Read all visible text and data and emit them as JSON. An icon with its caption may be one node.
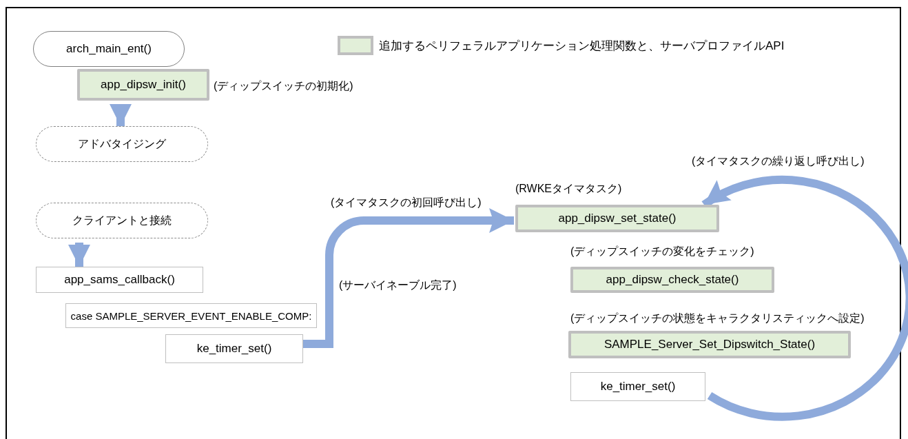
{
  "diagram": {
    "nodes": [
      {
        "text": [
          "arch_main_ent()"
        ]
      },
      {
        "text": [
          "app_dipsw_init()"
        ],
        "beside": [
          "(ディップスイッチの初期化)"
        ]
      },
      {
        "text": [
          "アドバタイジング"
        ]
      },
      {
        "text": [
          "クライアントと接続"
        ]
      },
      {
        "text": [
          "app_sams_callback()"
        ]
      },
      {
        "text": [
          "case SAMPLE_SERVER_EVENT_ENABLE_COMP:"
        ],
        "beside": [
          "(サーバイネーブル完了)"
        ]
      },
      {
        "text": [
          "ke_timer_set()"
        ]
      },
      {
        "text": [
          "app_dipsw_set_state()"
        ],
        "beside": [
          "(RWKEタイマタスク)"
        ]
      },
      {
        "text": [
          "app_dipsw_check_state()"
        ],
        "beside": [
          "(ディップスイッチの変化をチェック)"
        ]
      },
      {
        "text": [
          "SAMPLE_Server_Set_Dipswitch_State()"
        ],
        "beside": [
          "(ディップスイッチの状態をキャラクタリスティックへ設定)"
        ]
      },
      {
        "text": [
          "ke_timer_set()"
        ]
      }
    ],
    "edges": [
      {
        "from": 1,
        "to": 2,
        "arrow": "to"
      },
      {
        "from": 3,
        "to": 4,
        "arrow": "to"
      },
      {
        "from": 6,
        "to": 7,
        "arrow": "to",
        "label": "(タイマタスクの初回呼び出し)"
      },
      {
        "from": 10,
        "to": 7,
        "arrow": "to",
        "label": "(タイマタスクの繰り返し呼び出し)"
      }
    ],
    "legend": [
      {
        "text": "追加するペリフェラルアプリケーション処理関数と、サーバプロファイルAPI",
        "color": "#e2efd9"
      }
    ]
  }
}
